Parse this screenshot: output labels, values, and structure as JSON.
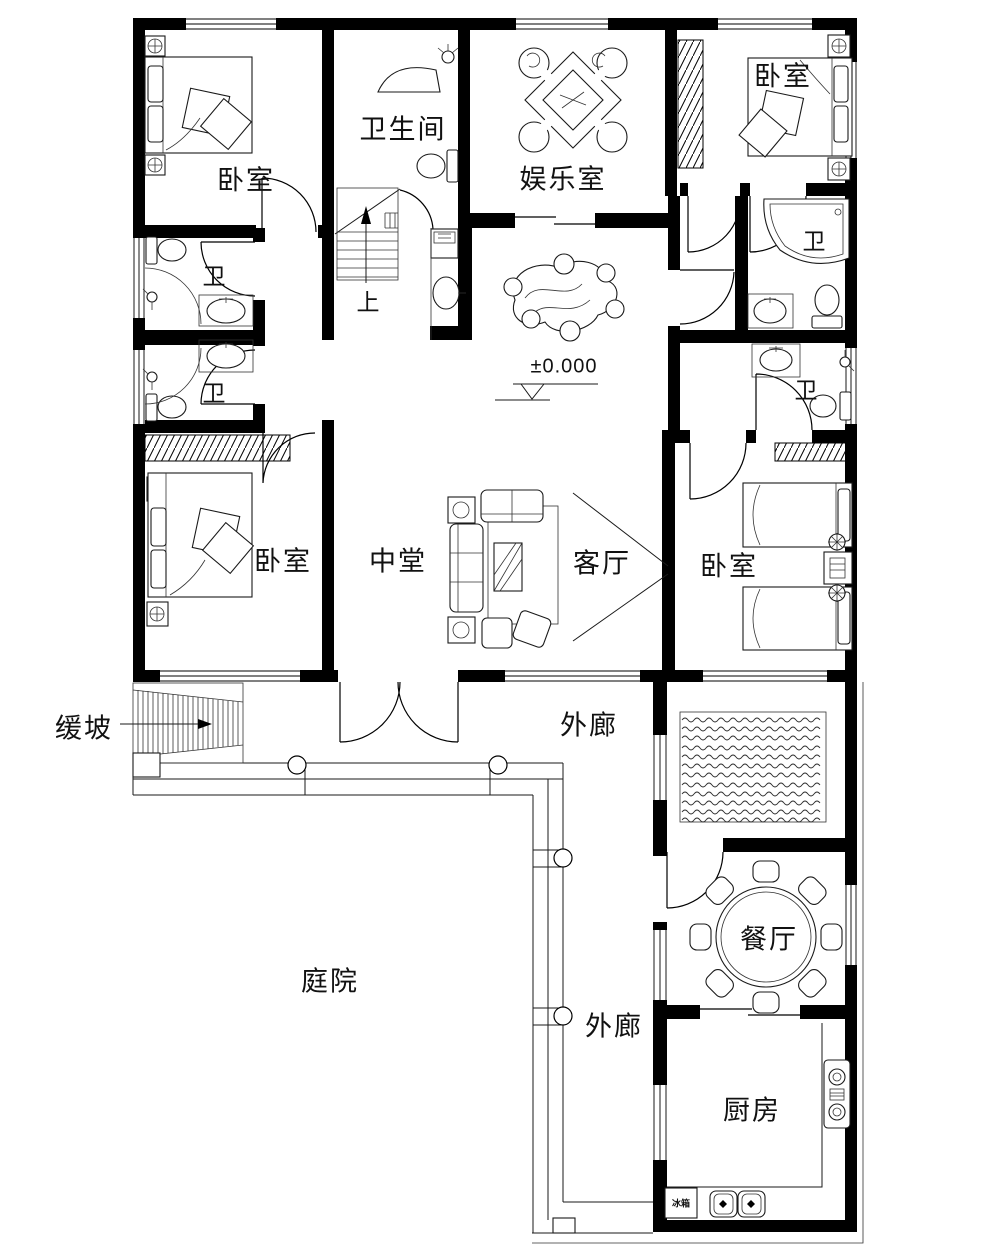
{
  "labels": {
    "bedroom_top_left": "卧室",
    "bathroom_top": "卫生间",
    "entertainment_room": "娱乐室",
    "bedroom_top_right": "卧室",
    "wc_top_right": "卫",
    "wc_left_upper": "卫",
    "wc_left_lower": "卫",
    "wc_right_lower": "卫",
    "stairs_up": "上",
    "elevation_marker": "±0.000",
    "bedroom_mid_left": "卧室",
    "central_hall": "中堂",
    "living_room": "客厅",
    "bedroom_mid_right": "卧室",
    "ramp": "缓坡",
    "veranda_upper": "外廊",
    "courtyard": "庭院",
    "veranda_lower": "外廊",
    "dining_room": "餐厅",
    "kitchen": "厨房",
    "fridge": "冰箱"
  }
}
